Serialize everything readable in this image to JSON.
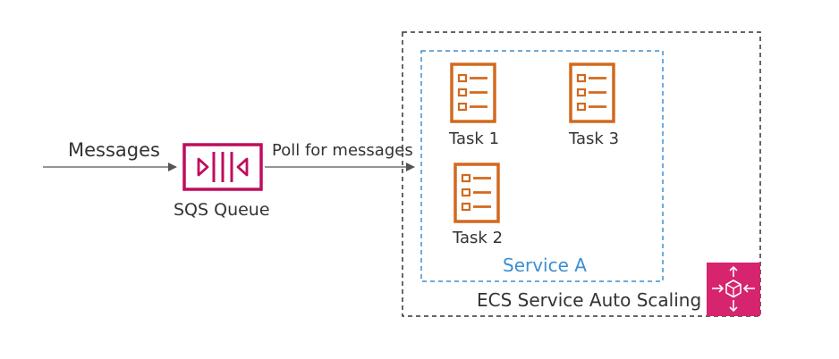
{
  "labels": {
    "messages": "Messages",
    "poll": "Poll for messages",
    "sqs_queue": "SQS Queue",
    "task1": "Task 1",
    "task2": "Task 2",
    "task3": "Task 3",
    "service": "Service A",
    "auto_scaling": "ECS Service Auto Scaling"
  },
  "icons": {
    "queue": "sqs-queue-icon",
    "task": "ecs-task-icon",
    "scaling": "auto-scaling-icon"
  },
  "colors": {
    "sqs": "#bf0d5d",
    "task": "#d2691e",
    "service_border": "#3d8fd1",
    "service_text": "#3d8fd1",
    "scaling_bg": "#d6246e",
    "arrow": "#555555",
    "outer_border": "#333333"
  }
}
